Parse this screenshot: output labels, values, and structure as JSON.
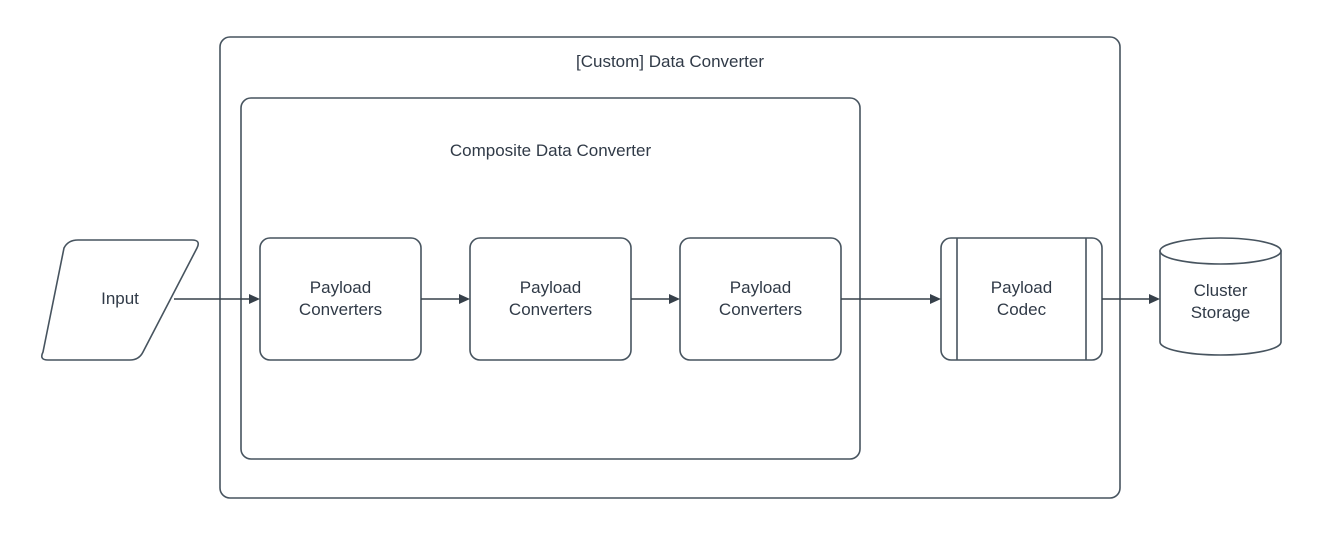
{
  "diagram": {
    "type": "flow-diagram",
    "background_color": "#ffffff",
    "stroke_color": "#47545F",
    "connector_color": "#36404A",
    "text_color": "#303A47",
    "containers": [
      {
        "id": "custom-data-converter",
        "title": "[Custom] Data Converter",
        "shape": "rounded-rectangle"
      },
      {
        "id": "composite-data-converter",
        "title": "Composite Data Converter",
        "shape": "rounded-rectangle"
      }
    ],
    "nodes": [
      {
        "id": "input",
        "label": "Input",
        "shape": "parallelogram"
      },
      {
        "id": "payload-converters-1",
        "label": "Payload\nConverters",
        "shape": "rounded-rectangle"
      },
      {
        "id": "payload-converters-2",
        "label": "Payload\nConverters",
        "shape": "rounded-rectangle"
      },
      {
        "id": "payload-converters-3",
        "label": "Payload\nConverters",
        "shape": "rounded-rectangle"
      },
      {
        "id": "payload-codec",
        "label": "Payload\nCodec",
        "shape": "predefined-process"
      },
      {
        "id": "cluster-storage",
        "label": "Cluster\nStorage",
        "shape": "cylinder"
      }
    ],
    "edges": [
      {
        "id": "edge-input-to-pc1",
        "from": "input",
        "to": "payload-converters-1",
        "style": "solid-arrow"
      },
      {
        "id": "edge-pc1-to-pc2",
        "from": "payload-converters-1",
        "to": "payload-converters-2",
        "style": "solid-arrow"
      },
      {
        "id": "edge-pc2-to-pc3",
        "from": "payload-converters-2",
        "to": "payload-converters-3",
        "style": "solid-arrow"
      },
      {
        "id": "edge-pc3-to-codec",
        "from": "payload-converters-3",
        "to": "payload-codec",
        "style": "solid-arrow"
      },
      {
        "id": "edge-codec-to-storage",
        "from": "payload-codec",
        "to": "cluster-storage",
        "style": "solid-arrow"
      }
    ]
  }
}
